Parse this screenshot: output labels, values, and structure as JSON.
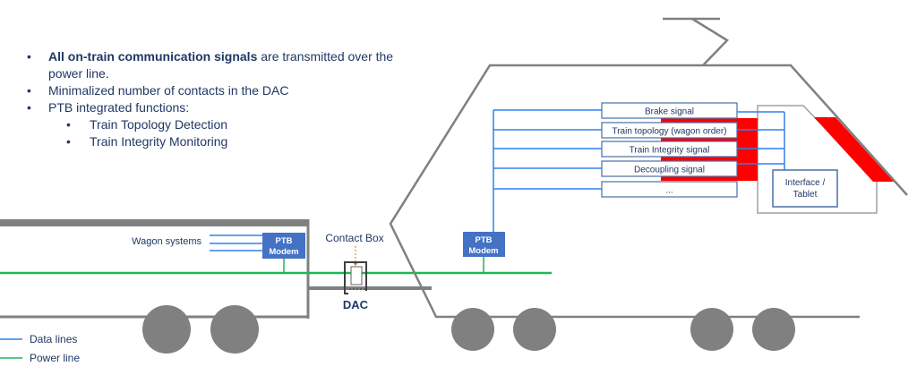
{
  "bullets": [
    {
      "bold": "All on-train communication signals",
      "text": " are transmitted over the power line.",
      "level": 1
    },
    {
      "bold": "",
      "text": "Minimalized number of contacts in the DAC",
      "level": 1
    },
    {
      "bold": "",
      "text": "PTB integrated functions:",
      "level": 1
    },
    {
      "bold": "",
      "text": "Train Topology Detection",
      "level": 2
    },
    {
      "bold": "",
      "text": "Train Integrity Monitoring",
      "level": 2
    }
  ],
  "wagon": {
    "systems_label": "Wagon systems",
    "modem_line1": "PTB",
    "modem_line2": "Modem"
  },
  "coupler": {
    "contact_box_label": "Contact Box",
    "dac_label": "DAC"
  },
  "locomotive": {
    "modem_line1": "PTB",
    "modem_line2": "Modem",
    "signals": [
      "Brake signal",
      "Train topology (wagon order)",
      "Train Integrity signal",
      "Decoupling signal",
      "..."
    ],
    "interface_line1": "Interface /",
    "interface_line2": "Tablet"
  },
  "legend": [
    {
      "label": "Data lines",
      "color": "#2f80ed"
    },
    {
      "label": "Power line",
      "color": "#1db954"
    }
  ],
  "colors": {
    "structure": "#808080",
    "data_line": "#2f80ed",
    "power_line": "#1db954",
    "modem_fill": "#4472c4",
    "highlight_red": "#ff0000",
    "text_dark": "#1f3864",
    "contact_arrow": "#e07020"
  }
}
